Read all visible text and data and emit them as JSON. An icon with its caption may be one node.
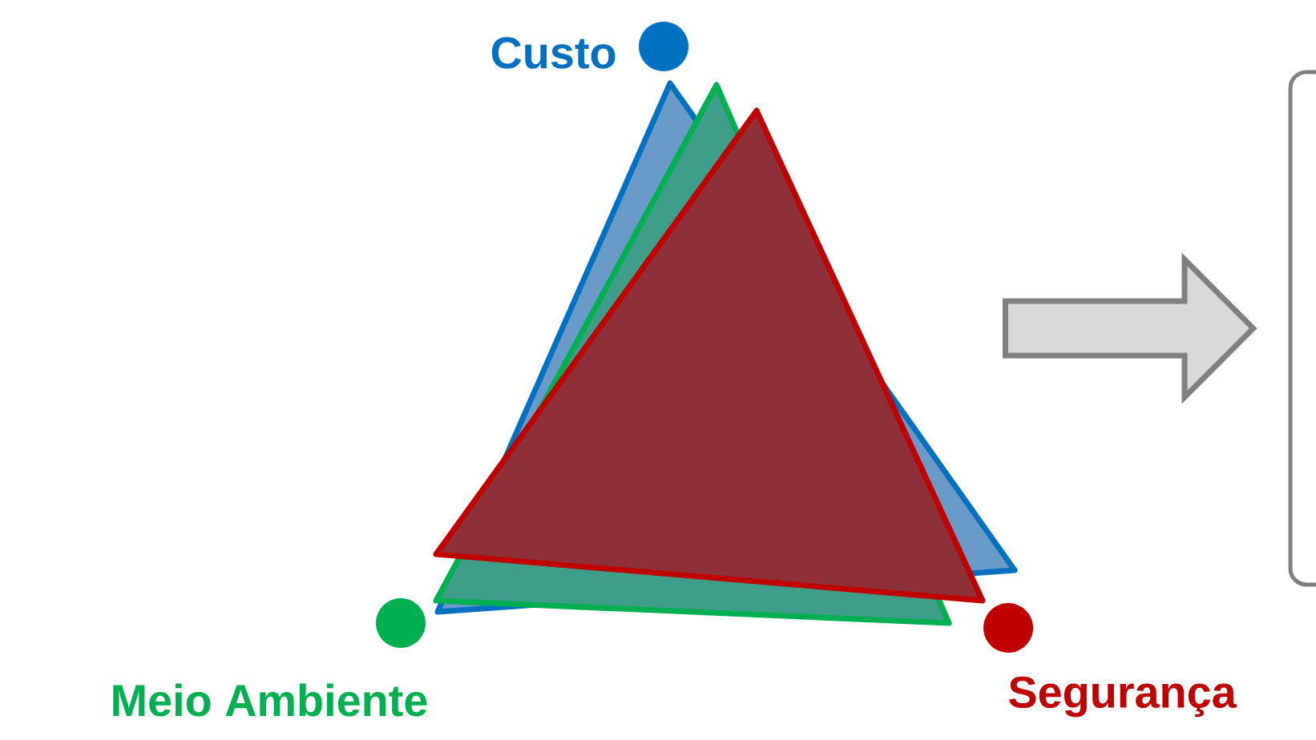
{
  "diagram": {
    "nodes": [
      {
        "text": [
          "Custo"
        ]
      },
      {
        "text": [
          "Meio Ambiente"
        ]
      },
      {
        "text": [
          "Segurança"
        ]
      },
      {
        "text": [],
        "shape": "triangle"
      },
      {
        "text": [],
        "shape": "box"
      }
    ],
    "edges": [
      {
        "from": 3,
        "to": 4,
        "arrow": "to",
        "style": "thick"
      }
    ]
  }
}
